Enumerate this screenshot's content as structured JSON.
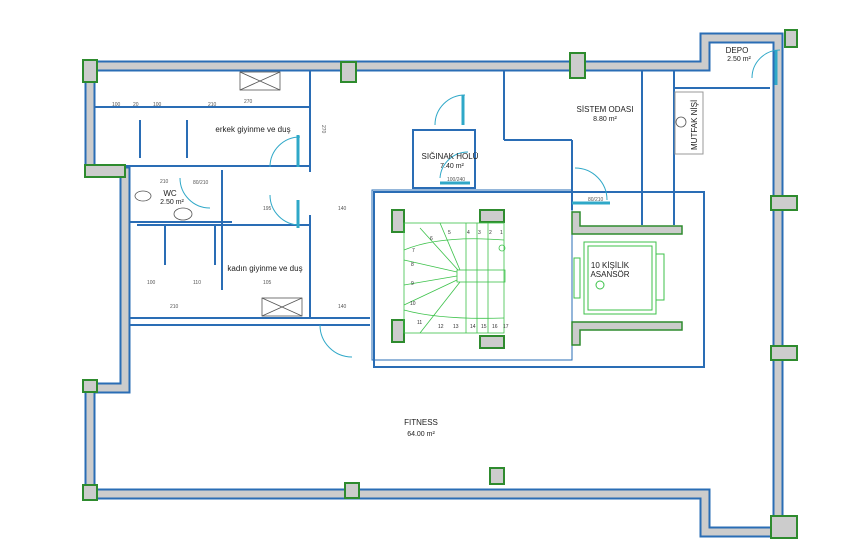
{
  "rooms": {
    "fitness": {
      "name": "FITNESS",
      "area": "64.00 m²"
    },
    "sistem": {
      "name": "SİSTEM ODASI",
      "area": "8.80 m²"
    },
    "depo": {
      "name": "DEPO",
      "area": "2.50 m²"
    },
    "mutfak": {
      "name": "MUTFAK NİŞİ"
    },
    "siginak": {
      "name": "SIĞINAK HOLÜ",
      "area": "7.40 m²"
    },
    "wc": {
      "name": "WC",
      "area": "2.50 m²"
    },
    "erkek": {
      "name": "erkek giyinme ve duş"
    },
    "kadin": {
      "name": "kadın giyinme ve duş"
    },
    "asansor": {
      "name1": "10 KİŞİLİK",
      "name2": "ASANSÖR"
    }
  },
  "stair_steps": [
    "1",
    "2",
    "3",
    "4",
    "5",
    "6",
    "7",
    "8",
    "9",
    "10",
    "11",
    "12",
    "13",
    "14",
    "15",
    "16",
    "17"
  ],
  "dimensions": {
    "d1": "100",
    "d2": "20",
    "d3": "100",
    "d4": "210",
    "d5": "210",
    "d6": "195",
    "d7": "140",
    "d8": "100",
    "d9": "110",
    "d10": "105",
    "d11": "210",
    "d12": "140",
    "d13": "270",
    "d14": "270"
  },
  "doors": {
    "d1": "80/210",
    "d2": "100/240",
    "d3": "80/210"
  },
  "colors": {
    "wall_outline": "#2a6db5",
    "wall_fill": "#cccccc",
    "column_border": "#2e8b2e",
    "stair": "#3cc24a"
  }
}
